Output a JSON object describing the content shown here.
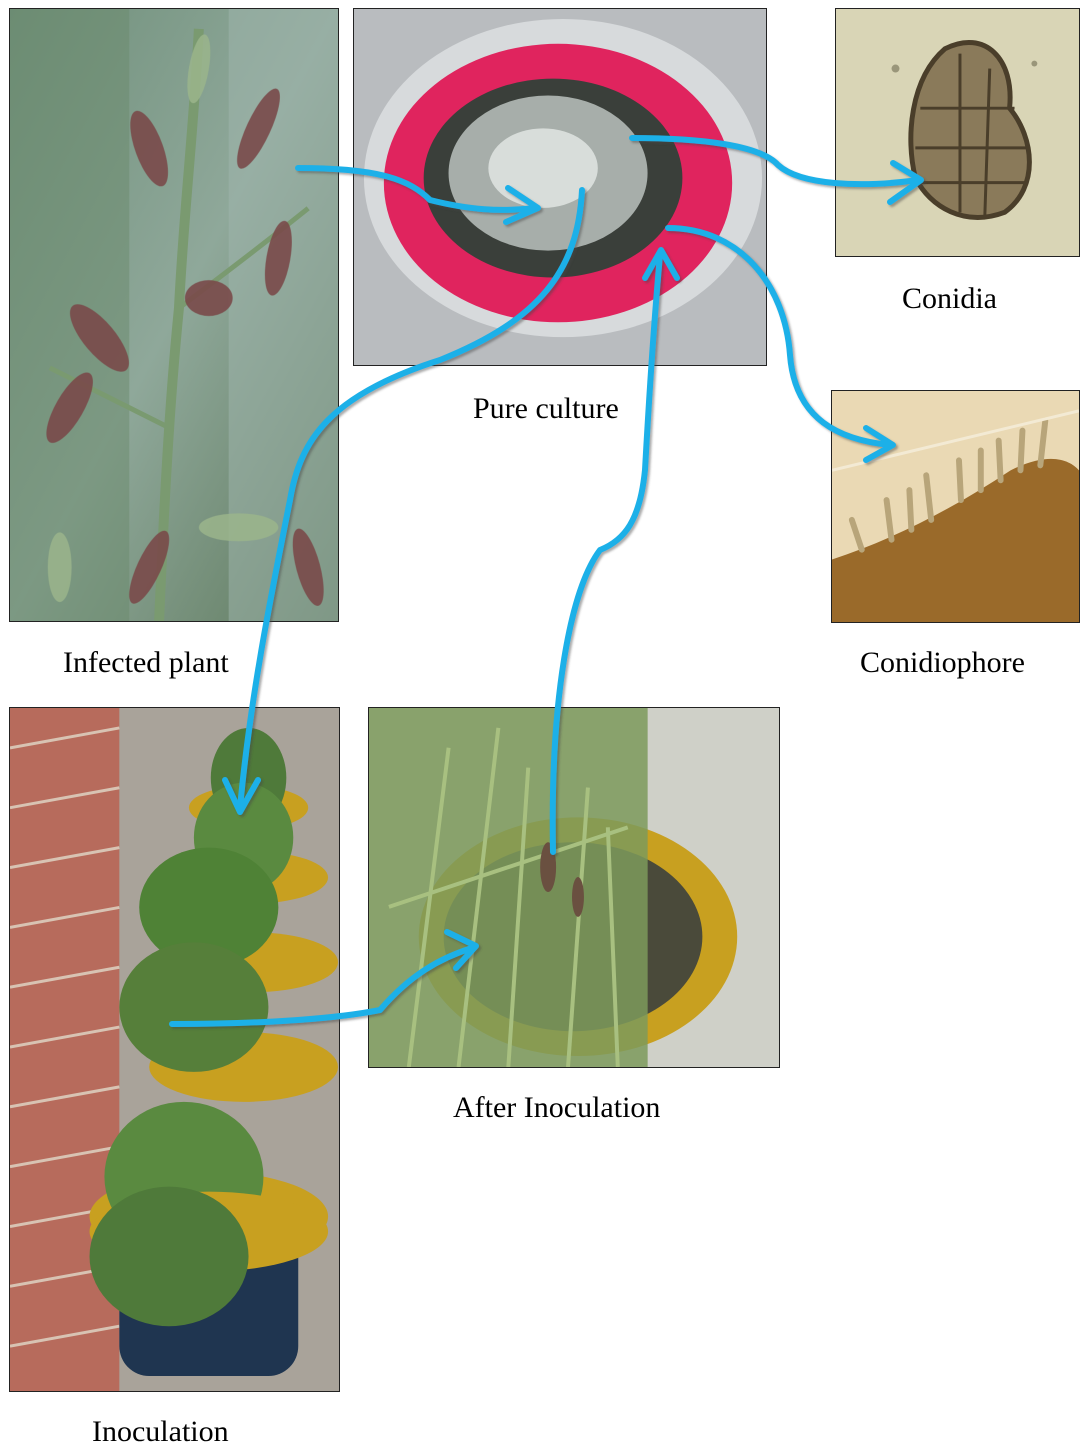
{
  "labels": {
    "infected_plant": "Infected plant",
    "pure_culture": "Pure culture",
    "conidia": "Conidia",
    "conidiophore": "Conidiophore",
    "inoculation": "Inoculation",
    "after_inoculation": "After Inoculation"
  },
  "colors": {
    "arrow": "#1fb0e8",
    "agar": "#e0245e",
    "mycelium_dark": "#3a3f3a",
    "pot_rim": "#c8a020"
  }
}
